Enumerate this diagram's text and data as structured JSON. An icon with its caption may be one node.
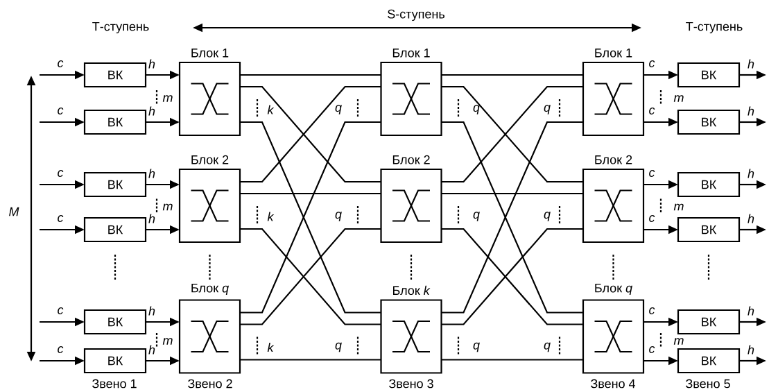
{
  "diagram": {
    "nodes": [
      {
        "text": [
          "ВК"
        ]
      },
      {
        "text": [
          "ВК"
        ]
      },
      {
        "text": [
          "ВК"
        ]
      },
      {
        "text": [
          "ВК"
        ]
      },
      {
        "text": [
          "ВК"
        ]
      },
      {
        "text": [
          "ВК"
        ]
      },
      {
        "text": [
          "Блок 1"
        ]
      },
      {
        "text": [
          "Блок 2"
        ]
      },
      {
        "text": [
          "Блок *q*"
        ]
      },
      {
        "text": [
          "Блок 1"
        ]
      },
      {
        "text": [
          "Блок 2"
        ]
      },
      {
        "text": [
          "Блок *k*"
        ]
      },
      {
        "text": [
          "Блок 1"
        ]
      },
      {
        "text": [
          "Блок 2"
        ]
      },
      {
        "text": [
          "Блок *q*"
        ]
      },
      {
        "text": [
          "ВК"
        ]
      },
      {
        "text": [
          "ВК"
        ]
      },
      {
        "text": [
          "ВК"
        ]
      },
      {
        "text": [
          "ВК"
        ]
      },
      {
        "text": [
          "ВК"
        ]
      },
      {
        "text": [
          "ВК"
        ]
      }
    ],
    "edges": [
      {
        "from": null,
        "to": 0,
        "arrow": "to",
        "label": "c"
      },
      {
        "from": null,
        "to": 1,
        "arrow": "to",
        "label": "c"
      },
      {
        "from": null,
        "to": 2,
        "arrow": "to",
        "label": "c"
      },
      {
        "from": null,
        "to": 3,
        "arrow": "to",
        "label": "c"
      },
      {
        "from": null,
        "to": 4,
        "arrow": "to",
        "label": "c"
      },
      {
        "from": null,
        "to": 5,
        "arrow": "to",
        "label": "c"
      },
      {
        "from": 0,
        "to": 6,
        "arrow": "to",
        "label": "h"
      },
      {
        "from": 1,
        "to": 6,
        "arrow": "to",
        "label": "h"
      },
      {
        "from": 2,
        "to": 7,
        "arrow": "to",
        "label": "h"
      },
      {
        "from": 3,
        "to": 7,
        "arrow": "to",
        "label": "h"
      },
      {
        "from": 4,
        "to": 8,
        "arrow": "to",
        "label": "h"
      },
      {
        "from": 5,
        "to": 8,
        "arrow": "to",
        "label": "h"
      },
      {
        "from": 6,
        "to": 9,
        "arrow": "none"
      },
      {
        "from": 6,
        "to": 10,
        "arrow": "none"
      },
      {
        "from": 6,
        "to": 11,
        "arrow": "none"
      },
      {
        "from": 7,
        "to": 9,
        "arrow": "none"
      },
      {
        "from": 7,
        "to": 10,
        "arrow": "none"
      },
      {
        "from": 7,
        "to": 11,
        "arrow": "none"
      },
      {
        "from": 8,
        "to": 9,
        "arrow": "none"
      },
      {
        "from": 8,
        "to": 10,
        "arrow": "none"
      },
      {
        "from": 8,
        "to": 11,
        "arrow": "none"
      },
      {
        "from": 9,
        "to": 12,
        "arrow": "none"
      },
      {
        "from": 9,
        "to": 13,
        "arrow": "none"
      },
      {
        "from": 9,
        "to": 14,
        "arrow": "none"
      },
      {
        "from": 10,
        "to": 12,
        "arrow": "none"
      },
      {
        "from": 10,
        "to": 13,
        "arrow": "none"
      },
      {
        "from": 10,
        "to": 14,
        "arrow": "none"
      },
      {
        "from": 11,
        "to": 12,
        "arrow": "none"
      },
      {
        "from": 11,
        "to": 13,
        "arrow": "none"
      },
      {
        "from": 11,
        "to": 14,
        "arrow": "none"
      },
      {
        "from": 12,
        "to": 15,
        "arrow": "to",
        "label": "c"
      },
      {
        "from": 12,
        "to": 16,
        "arrow": "to",
        "label": "c"
      },
      {
        "from": 13,
        "to": 17,
        "arrow": "to",
        "label": "c"
      },
      {
        "from": 13,
        "to": 18,
        "arrow": "to",
        "label": "c"
      },
      {
        "from": 14,
        "to": 19,
        "arrow": "to",
        "label": "c"
      },
      {
        "from": 14,
        "to": 20,
        "arrow": "to",
        "label": "c"
      },
      {
        "from": 15,
        "to": null,
        "arrow": "to",
        "label": "h"
      },
      {
        "from": 16,
        "to": null,
        "arrow": "to",
        "label": "h"
      },
      {
        "from": 17,
        "to": null,
        "arrow": "to",
        "label": "h"
      },
      {
        "from": 18,
        "to": null,
        "arrow": "to",
        "label": "h"
      },
      {
        "from": 19,
        "to": null,
        "arrow": "to",
        "label": "h"
      },
      {
        "from": 20,
        "to": null,
        "arrow": "to",
        "label": "h"
      }
    ],
    "labels": [
      "Т-ступень",
      "S-ступень",
      "Т-ступень",
      "M",
      "m",
      "k",
      "q",
      "q",
      "q",
      "m",
      "m",
      "k",
      "q",
      "q",
      "q",
      "m",
      "m",
      "k",
      "q",
      "q",
      "q",
      "m",
      "Звено 1",
      "Звено 2",
      "Звено 3",
      "Звено 4",
      "Звено 5"
    ]
  }
}
